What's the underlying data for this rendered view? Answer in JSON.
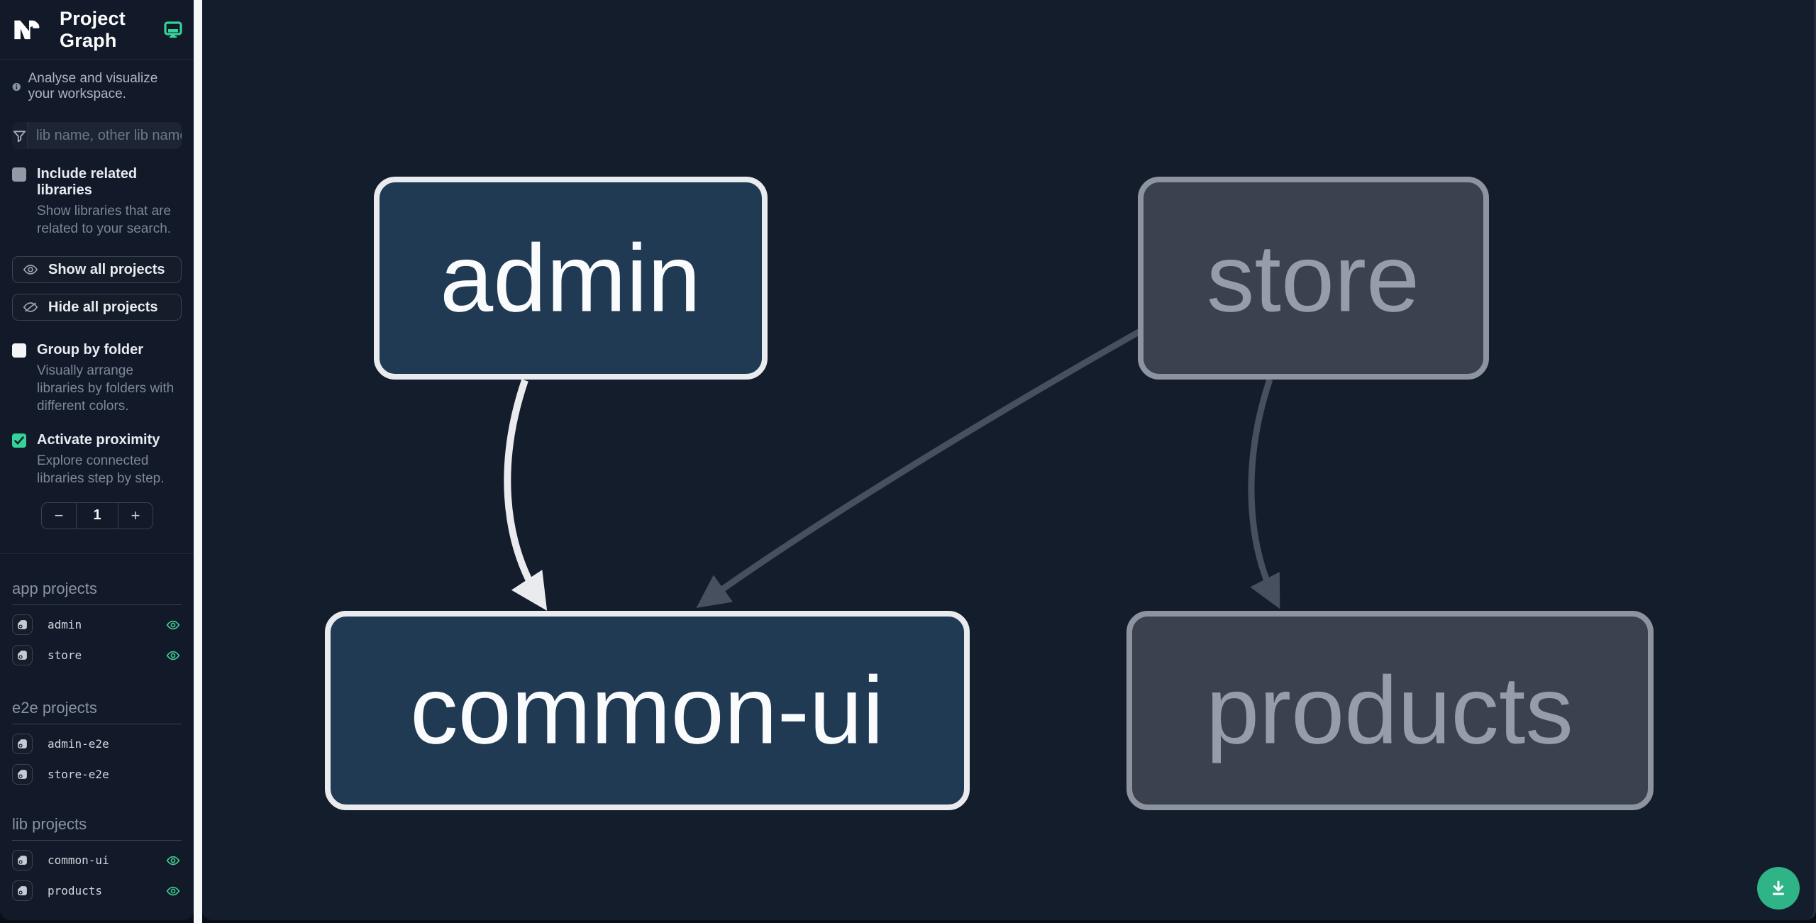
{
  "app_title": "Project Graph",
  "sidebar": {
    "title": "Project Graph",
    "subtitle": "Analyse and visualize your workspace.",
    "search": {
      "placeholder": "lib name, other lib name"
    },
    "include_related": {
      "label": "Include related libraries",
      "description": "Show libraries that are related to your search.",
      "checked": false
    },
    "buttons": {
      "show_all": "Show all projects",
      "hide_all": "Hide all projects"
    },
    "group_by_folder": {
      "label": "Group by folder",
      "description": "Visually arrange libraries by folders with different colors.",
      "checked": false
    },
    "activate_proximity": {
      "label": "Activate proximity",
      "description": "Explore connected libraries step by step.",
      "checked": true
    },
    "proximity": {
      "value": "1",
      "decrement_label": "−",
      "increment_label": "+"
    },
    "sections": [
      {
        "title": "app projects",
        "items": [
          {
            "name": "admin",
            "eye": true
          },
          {
            "name": "store",
            "eye": true
          }
        ]
      },
      {
        "title": "e2e projects",
        "items": [
          {
            "name": "admin-e2e",
            "eye": false
          },
          {
            "name": "store-e2e",
            "eye": false
          }
        ]
      },
      {
        "title": "lib projects",
        "items": [
          {
            "name": "common-ui",
            "eye": true
          },
          {
            "name": "products",
            "eye": true
          }
        ]
      }
    ]
  },
  "graph": {
    "nodes": [
      {
        "label": "admin",
        "style": "highlighted"
      },
      {
        "label": "store",
        "style": "muted"
      },
      {
        "label": "common-ui",
        "style": "highlighted"
      },
      {
        "label": "products",
        "style": "muted"
      }
    ],
    "edges": [
      {
        "source": "admin",
        "target": "common-ui",
        "style": "highlighted"
      },
      {
        "source": "store",
        "target": "common-ui",
        "style": "muted"
      },
      {
        "source": "store",
        "target": "products",
        "style": "muted"
      }
    ]
  },
  "colors": {
    "accent_teal": "#34d399",
    "fab_teal": "#2eb487",
    "node_highlighted_fill": "#203a54",
    "node_highlighted_border": "#e9ebee",
    "node_highlighted_text": "#fafbfc",
    "node_muted_fill": "#3a4250",
    "node_muted_border": "#8d939f",
    "node_muted_text": "#969ca8",
    "edge_highlighted": "#e9ebee",
    "edge_muted": "#47505f",
    "canvas_bg": "#141d2c",
    "sidebar_bg": "#121928"
  },
  "fab": {
    "icon": "download-icon"
  }
}
